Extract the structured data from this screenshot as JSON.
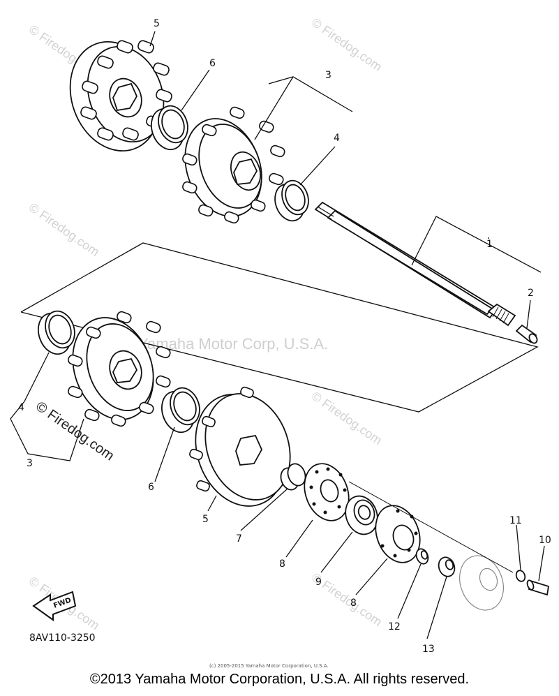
{
  "diagram": {
    "part_code": "8AV110-3250",
    "center_watermark": "Yamaha Motor Corp, U.S.A.",
    "site_watermark": "© Firedog.com",
    "fwd_label": "FWD",
    "small_copyright": "(c) 2005-2015 Yamaha Motor Corporation, U.S.A.",
    "callouts": [
      "5",
      "6",
      "3",
      "4",
      "1",
      "2",
      "4",
      "3",
      "6",
      "5",
      "7",
      "8",
      "9",
      "8",
      "12",
      "13",
      "11",
      "10"
    ]
  },
  "footer": {
    "copyright": "©2013 Yamaha Motor Corporation, U.S.A. All rights reserved."
  }
}
